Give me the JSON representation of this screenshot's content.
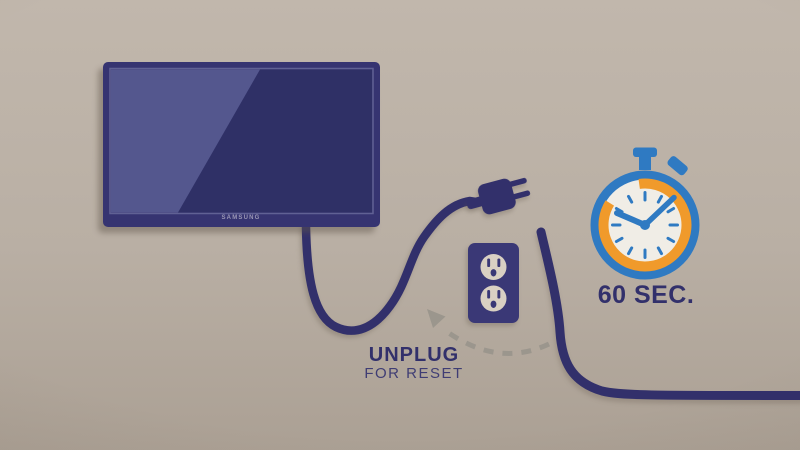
{
  "illustration": {
    "tv": {
      "brand_label": "SAMSUNG"
    },
    "timer": {
      "label": "60 SEC."
    },
    "instruction": {
      "title": "UNPLUG",
      "subtitle": "FOR RESET"
    },
    "icons": {
      "tv": "tv-icon",
      "plug": "power-plug-icon",
      "outlet": "power-outlet-icon",
      "stopwatch": "stopwatch-icon",
      "arrow": "dashed-arrow-icon"
    }
  },
  "colors": {
    "bg": "#b9afa4",
    "bg-top": "#c1b7ac",
    "bg-bottom": "#aba094",
    "navy": "#32306b",
    "tv-bezel": "#363471",
    "screen-light": "#54578e",
    "screen-dark": "#2f3066",
    "sw-blue": "#2f7ac2",
    "sw-orange": "#f09a2b",
    "sw-face": "#f0ede6",
    "socket": "#d9d0c3",
    "outlet": "#3a3876",
    "arrow": "#9b968d",
    "brand": "#9a97b5",
    "sub": "#3f3d74"
  }
}
